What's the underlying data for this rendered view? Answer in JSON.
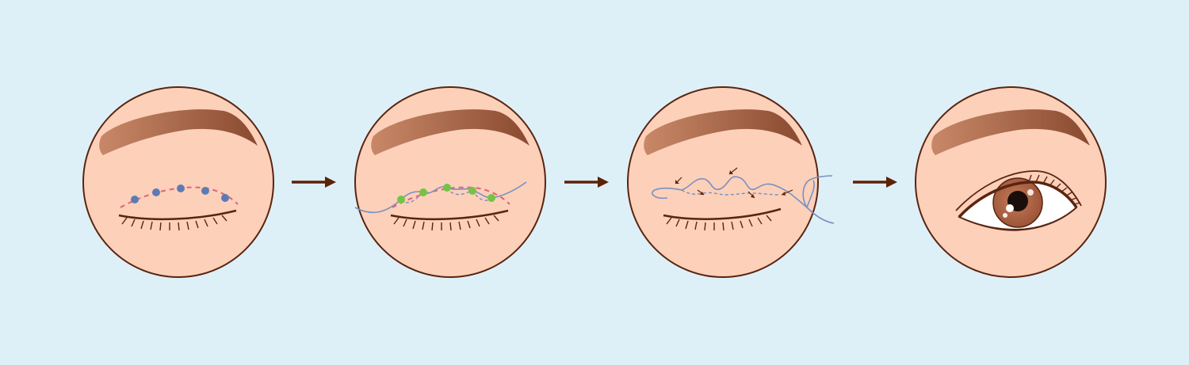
{
  "colors": {
    "background": "#def0f7",
    "skin": "#fcd0b9",
    "outline": "#5a2410",
    "brow_light": "#c88868",
    "brow_dark": "#8a4a30",
    "arrow": "#5c2208",
    "marker_dash": "#e06478",
    "dot_blue": "#5c7bb4",
    "dot_green": "#74c444",
    "thread": "#7890c4",
    "iris": "#b06848",
    "pupil": "#1a0e0a",
    "sclera": "#ffffff"
  },
  "steps": [
    {
      "id": "marking",
      "stage": "dots-marked"
    },
    {
      "id": "threading",
      "stage": "suture-threaded"
    },
    {
      "id": "tightening",
      "stage": "suture-tightened"
    },
    {
      "id": "result",
      "stage": "double-eyelid-result"
    }
  ],
  "arrows": [
    {
      "from": "marking",
      "to": "threading"
    },
    {
      "from": "threading",
      "to": "tightening"
    },
    {
      "from": "tightening",
      "to": "result"
    }
  ]
}
